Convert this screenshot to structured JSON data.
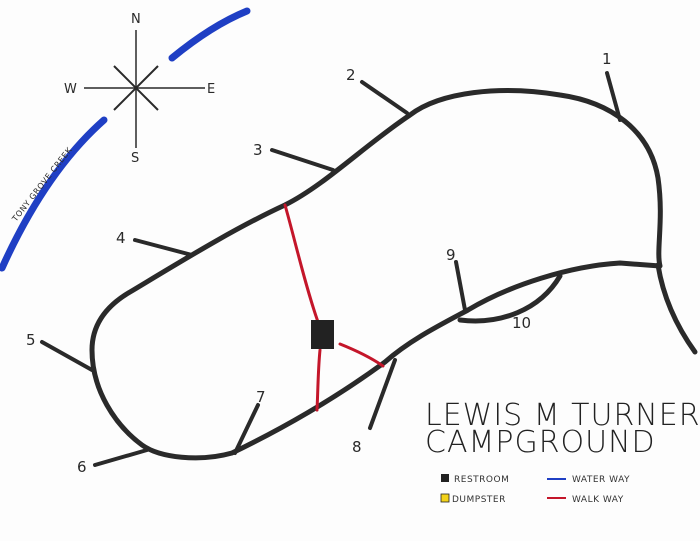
{
  "title": {
    "line1": "LEWIS M TURNER",
    "line2": "CAMPGROUND"
  },
  "compass": {
    "north": "N",
    "south": "S",
    "east": "E",
    "west": "W"
  },
  "creek": {
    "label": "TONY GROVE CREEK",
    "color": "#1f3fc4"
  },
  "sites": [
    "1",
    "2",
    "3",
    "4",
    "5",
    "6",
    "7",
    "8",
    "9",
    "10"
  ],
  "legend": {
    "restroom": "RESTROOM",
    "dumpster": "DUMPSTER",
    "water_way": "WATER WAY",
    "walk_way": "WALK WAY",
    "restroom_color": "#222222",
    "dumpster_color": "#f2d21a",
    "water_color": "#1f3fc4",
    "walk_color": "#c4162a"
  },
  "icons": {
    "restroom": "restroom-icon",
    "dumpster": "dumpster-icon",
    "compass": "compass-rose-icon"
  }
}
